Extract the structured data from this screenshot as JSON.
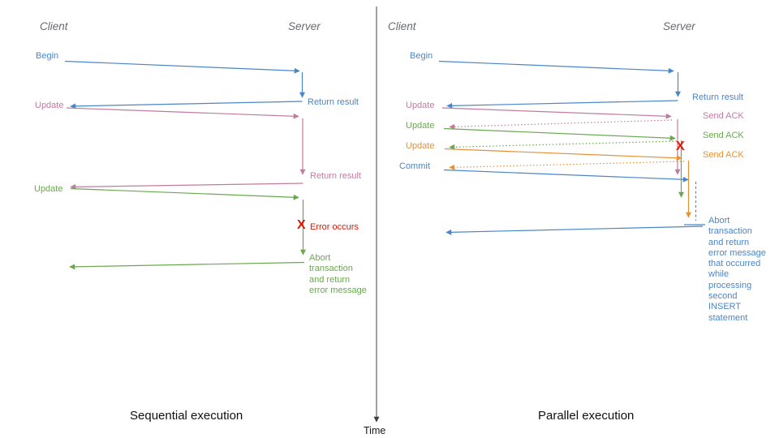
{
  "palette": {
    "blue": "#4a86c8",
    "pink": "#c27ba0",
    "green": "#6aa84f",
    "orange": "#e69138",
    "red": "#e51400",
    "header_gray": "#666a6e",
    "caption_black": "#111111"
  },
  "left_panel": {
    "client_header": "Client",
    "server_header": "Server",
    "begin_label": "Begin",
    "return_result_1_label": "Return result",
    "update_1_label": "Update",
    "return_result_2_label": "Return result",
    "update_2_label": "Update",
    "error_label": "Error occurs",
    "abort_label": "Abort\ntransaction\nand return\nerror message",
    "caption": "Sequential execution"
  },
  "right_panel": {
    "client_header": "Client",
    "server_header": "Server",
    "begin_label": "Begin",
    "return_result_label": "Return result",
    "update_1_label": "Update",
    "send_ack_1_label": "Send ACK",
    "update_2_label": "Update",
    "send_ack_2_label": "Send ACK",
    "update_3_label": "Update",
    "send_ack_3_label": "Send ACK",
    "commit_label": "Commit",
    "abort_label": "Abort\ntransaction\nand return\nerror message\nthat occurred\nwhile\nprocessing\nsecond\nINSERT\nstatement",
    "caption": "Parallel execution"
  },
  "time_axis": {
    "label": "Time"
  },
  "icons": {
    "error_x": "X"
  }
}
